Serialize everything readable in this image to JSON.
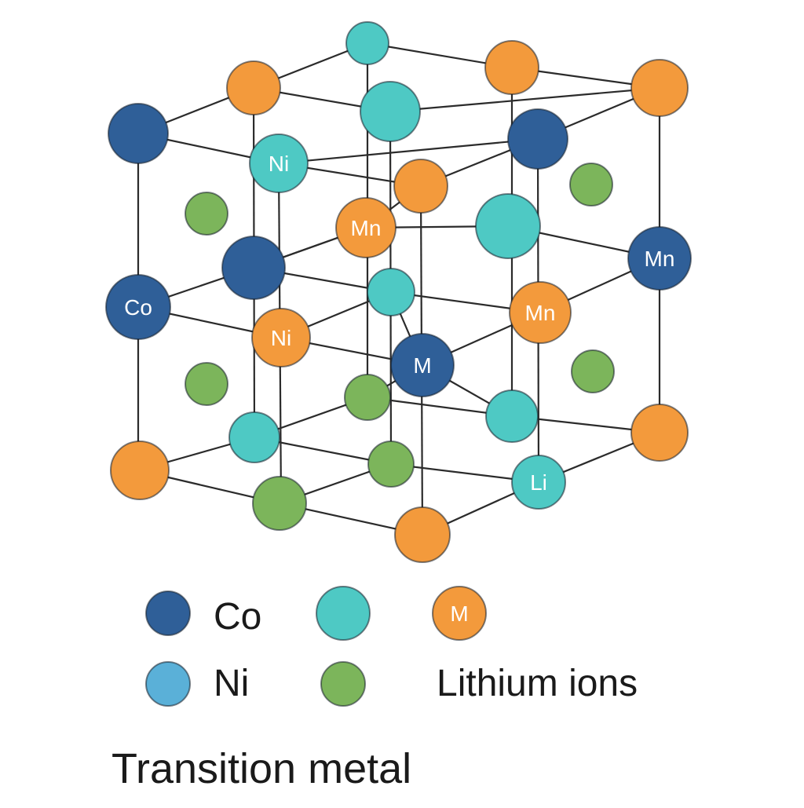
{
  "colors": {
    "co": "#2f5f98",
    "teal": "#4ec9c4",
    "orange": "#f39a3c",
    "green": "#7cb55b",
    "ni_legend": "#5ab0d8",
    "bond": "#2b2b2b",
    "atom_text": "#ffffff"
  },
  "atom_labels": {
    "ni_top": "Ni",
    "mn_center": "Mn",
    "mn_right": "Mn",
    "co_left": "Co",
    "ni_mid": "Ni",
    "mn_mid": "Mn",
    "m_center": "M",
    "li_corner": "Li"
  },
  "legend": {
    "co_label": "Co",
    "m_badge": "M",
    "ni_label": "Ni",
    "lithium_label": "Lithium ions"
  },
  "footer": {
    "label": "Transition metal"
  }
}
